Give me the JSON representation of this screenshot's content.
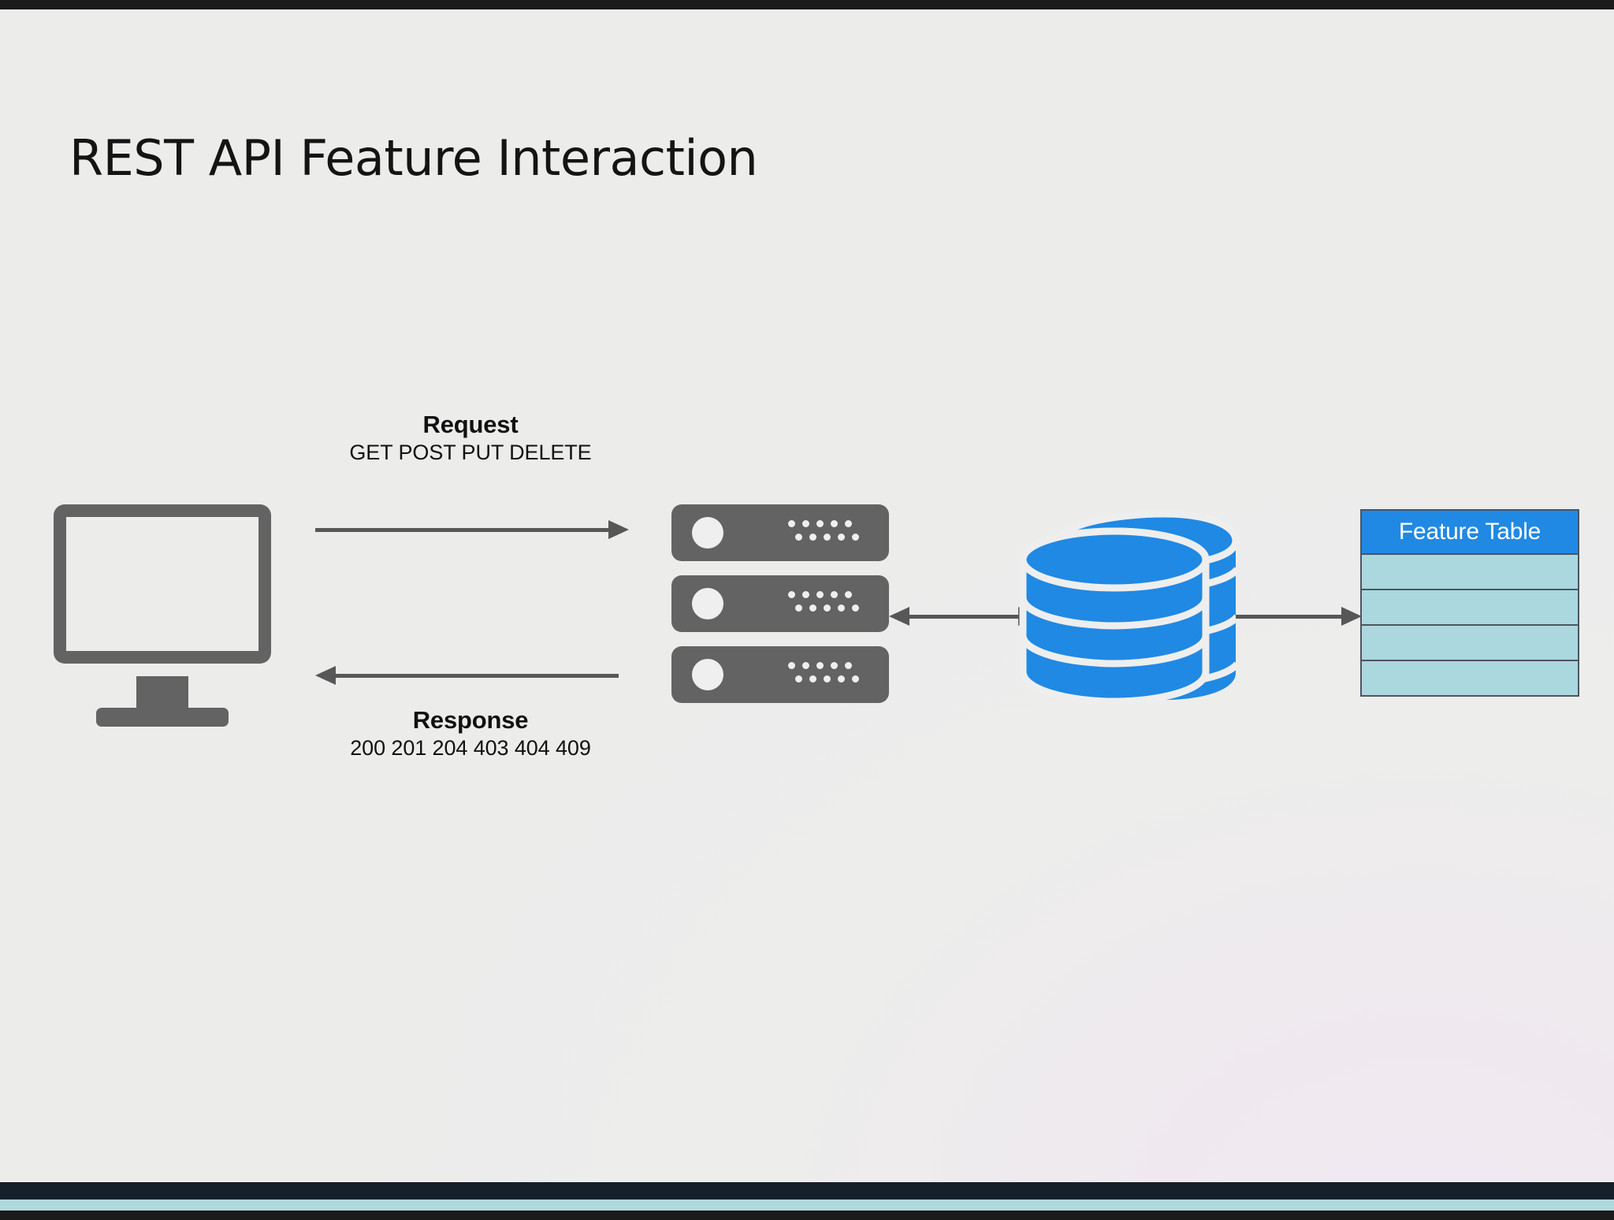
{
  "slide": {
    "title": "REST API Feature Interaction",
    "background_color": "#ececeb",
    "frame_color": "#1b1b1b",
    "accent_strip_color": "#afd9dc"
  },
  "diagram": {
    "type": "architecture-flow",
    "nodes": {
      "client": {
        "name": "monitor",
        "icon": "desktop-monitor-icon",
        "color": "#636363"
      },
      "server": {
        "name": "server-rack",
        "icon": "server-rack-icon",
        "color": "#636363",
        "units": 3,
        "dots_per_unit": 10
      },
      "database": {
        "name": "database",
        "icon": "database-cylinder-icon",
        "color": "#2089e4"
      },
      "feature_table": {
        "header": "Feature Table",
        "header_color": "#2089e4",
        "header_text_color": "#ffffff",
        "row_color": "#abd7de",
        "border_color": "#4d5560",
        "rows": [
          "",
          "",
          "",
          ""
        ]
      }
    },
    "flows": [
      {
        "id": "request",
        "title": "Request",
        "subtitle": "GET POST PUT DELETE",
        "direction": "right",
        "from": "client",
        "to": "server"
      },
      {
        "id": "response",
        "title": "Response",
        "subtitle": "200 201 204 403 404 409",
        "direction": "left",
        "from": "server",
        "to": "client"
      },
      {
        "id": "server-database-link",
        "title": "",
        "subtitle": "",
        "direction": "both",
        "from": "server",
        "to": "database"
      },
      {
        "id": "database-table-link",
        "title": "",
        "subtitle": "",
        "direction": "right",
        "from": "database",
        "to": "feature_table"
      }
    ],
    "arrow_color": "#575757"
  }
}
